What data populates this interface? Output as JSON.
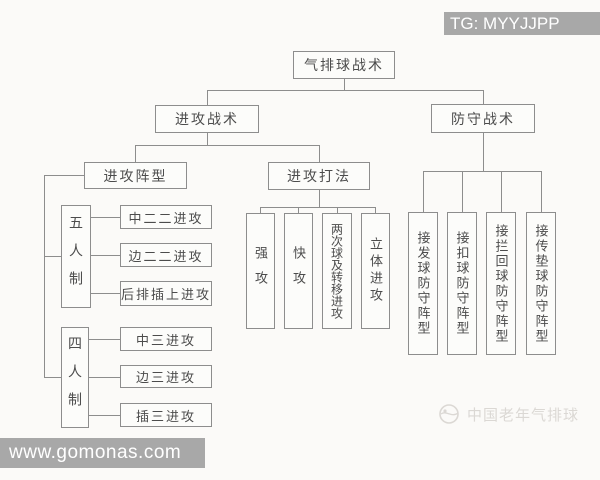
{
  "banners": {
    "top_right": "TG: MYYJJPP",
    "bottom_left": "www.gomonas.com"
  },
  "brand_watermark": {
    "label": "中国老年气排球",
    "icon": "panda-ball-logo"
  },
  "colors": {
    "background": "#fbfaf8",
    "line": "#8d8d8d",
    "node_text": "#4c4c4c",
    "banner_bg": "#a8a8a8",
    "banner_text": "#ffffff",
    "brand_text": "#dbd8d4"
  },
  "tree": {
    "root": "气排球战术",
    "offense": {
      "label": "进攻战术",
      "formation": {
        "label": "进攻阵型",
        "five_player": {
          "label": "五人制",
          "items": [
            "中二二进攻",
            "边二二进攻",
            "后排插上进攻"
          ]
        },
        "four_player": {
          "label": "四人制",
          "items": [
            "中三进攻",
            "边三进攻",
            "插三进攻"
          ]
        }
      },
      "methods": {
        "label": "进攻打法",
        "items": [
          "强攻",
          "快攻",
          "两次球及转移进攻",
          "立体进攻"
        ]
      }
    },
    "defense": {
      "label": "防守战术",
      "items": [
        "接发球防守阵型",
        "接扣球防守阵型",
        "接拦回球防守阵型",
        "接传垫球防守阵型"
      ]
    }
  }
}
